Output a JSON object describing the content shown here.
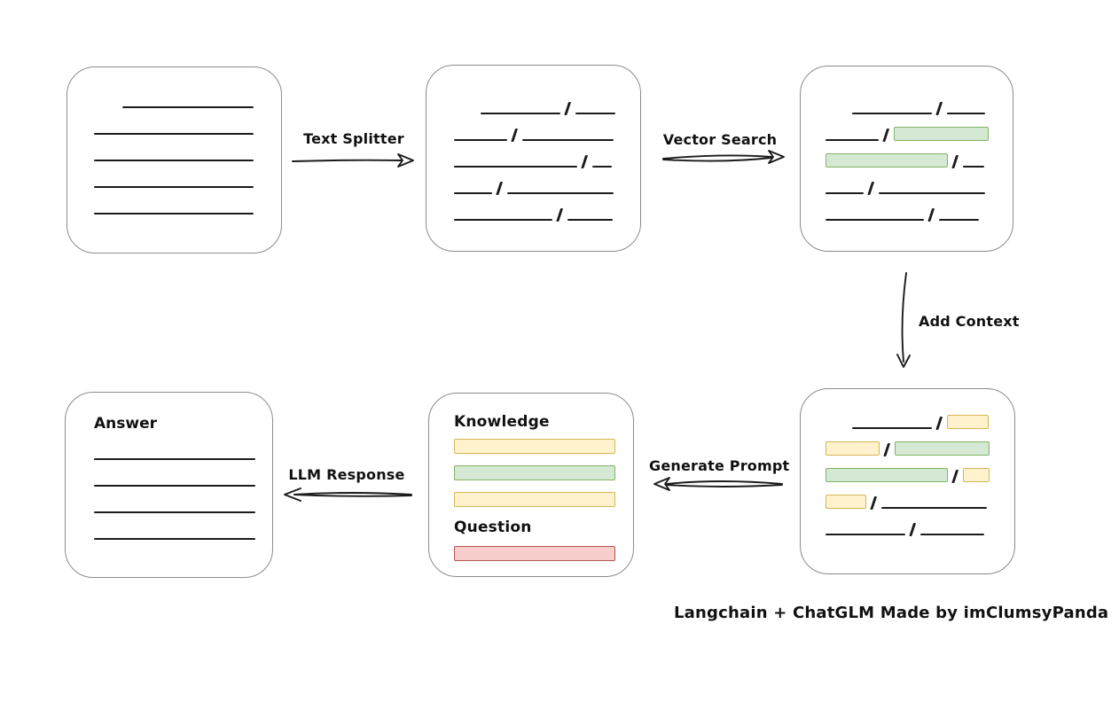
{
  "caption": "Langchain + ChatGLM Made by imClumsyPanda",
  "colors": {
    "line": "#1b1b1b",
    "box_border": "#8c8c8c",
    "green_fill": "#d5e8d4",
    "green_stroke": "#82b366",
    "yellow_fill": "#fff2cc",
    "yellow_stroke": "#d6b656",
    "red_fill": "#f8cecc",
    "red_stroke": "#b85450"
  },
  "arrows": [
    {
      "id": "text-splitter",
      "label": "Text Splitter",
      "direction": "right"
    },
    {
      "id": "vector-search",
      "label": "Vector Search",
      "direction": "right"
    },
    {
      "id": "add-context",
      "label": "Add Context",
      "direction": "down"
    },
    {
      "id": "generate-prompt",
      "label": "Generate Prompt",
      "direction": "left"
    },
    {
      "id": "llm-response",
      "label": "LLM Response",
      "direction": "left"
    }
  ],
  "nodes": {
    "source_document": {
      "lines": [
        {
          "indent": 32,
          "width": 148
        },
        {
          "indent": 0,
          "width": 180
        },
        {
          "indent": 0,
          "width": 180
        },
        {
          "indent": 0,
          "width": 180
        },
        {
          "indent": 0,
          "width": 180
        }
      ]
    },
    "split_chunks": {
      "rows": [
        [
          {
            "t": "line",
            "w": 90,
            "indent": 30
          },
          {
            "t": "slash"
          },
          {
            "t": "line",
            "w": 45
          }
        ],
        [
          {
            "t": "line",
            "w": 60
          },
          {
            "t": "slash"
          },
          {
            "t": "line",
            "w": 103
          }
        ],
        [
          {
            "t": "line",
            "w": 139
          },
          {
            "t": "slash"
          },
          {
            "t": "line",
            "w": 22
          }
        ],
        [
          {
            "t": "line",
            "w": 43
          },
          {
            "t": "slash"
          },
          {
            "t": "line",
            "w": 120
          }
        ],
        [
          {
            "t": "line",
            "w": 111
          },
          {
            "t": "slash"
          },
          {
            "t": "line",
            "w": 51
          }
        ]
      ]
    },
    "matched_chunks": {
      "rows": [
        [
          {
            "t": "line",
            "w": 90,
            "indent": 30
          },
          {
            "t": "slash"
          },
          {
            "t": "line",
            "w": 43
          }
        ],
        [
          {
            "t": "line",
            "w": 60
          },
          {
            "t": "slash"
          },
          {
            "t": "chunk",
            "color": "green",
            "w": 107
          }
        ],
        [
          {
            "t": "chunk",
            "color": "green",
            "w": 138
          },
          {
            "t": "slash"
          },
          {
            "t": "line",
            "w": 24
          }
        ],
        [
          {
            "t": "line",
            "w": 43
          },
          {
            "t": "slash"
          },
          {
            "t": "line",
            "w": 120
          }
        ],
        [
          {
            "t": "line",
            "w": 111
          },
          {
            "t": "slash"
          },
          {
            "t": "line",
            "w": 45
          }
        ]
      ]
    },
    "context_chunks": {
      "rows": [
        [
          {
            "t": "line",
            "w": 93,
            "indent": 30
          },
          {
            "t": "slash"
          },
          {
            "t": "chunk",
            "color": "yellow",
            "w": 47
          }
        ],
        [
          {
            "t": "chunk",
            "color": "yellow",
            "w": 61
          },
          {
            "t": "slash"
          },
          {
            "t": "chunk",
            "color": "green",
            "w": 107
          }
        ],
        [
          {
            "t": "chunk",
            "color": "green",
            "w": 138
          },
          {
            "t": "slash"
          },
          {
            "t": "chunk",
            "color": "yellow",
            "w": 30
          }
        ],
        [
          {
            "t": "chunk",
            "color": "yellow",
            "w": 46
          },
          {
            "t": "slash"
          },
          {
            "t": "line",
            "w": 119
          }
        ],
        [
          {
            "t": "line",
            "w": 90
          },
          {
            "t": "slash"
          },
          {
            "t": "line",
            "w": 72
          }
        ]
      ]
    },
    "prompt": {
      "sections": [
        {
          "label": "Knowledge",
          "bars": [
            {
              "color": "yellow"
            },
            {
              "color": "green"
            },
            {
              "color": "yellow"
            }
          ]
        },
        {
          "label": "Question",
          "bars": [
            {
              "color": "red"
            }
          ]
        }
      ]
    },
    "answer": {
      "label": "Answer",
      "lines": [
        {
          "indent": 0,
          "width": 182
        },
        {
          "indent": 0,
          "width": 182
        },
        {
          "indent": 0,
          "width": 182
        },
        {
          "indent": 0,
          "width": 182
        }
      ]
    }
  }
}
